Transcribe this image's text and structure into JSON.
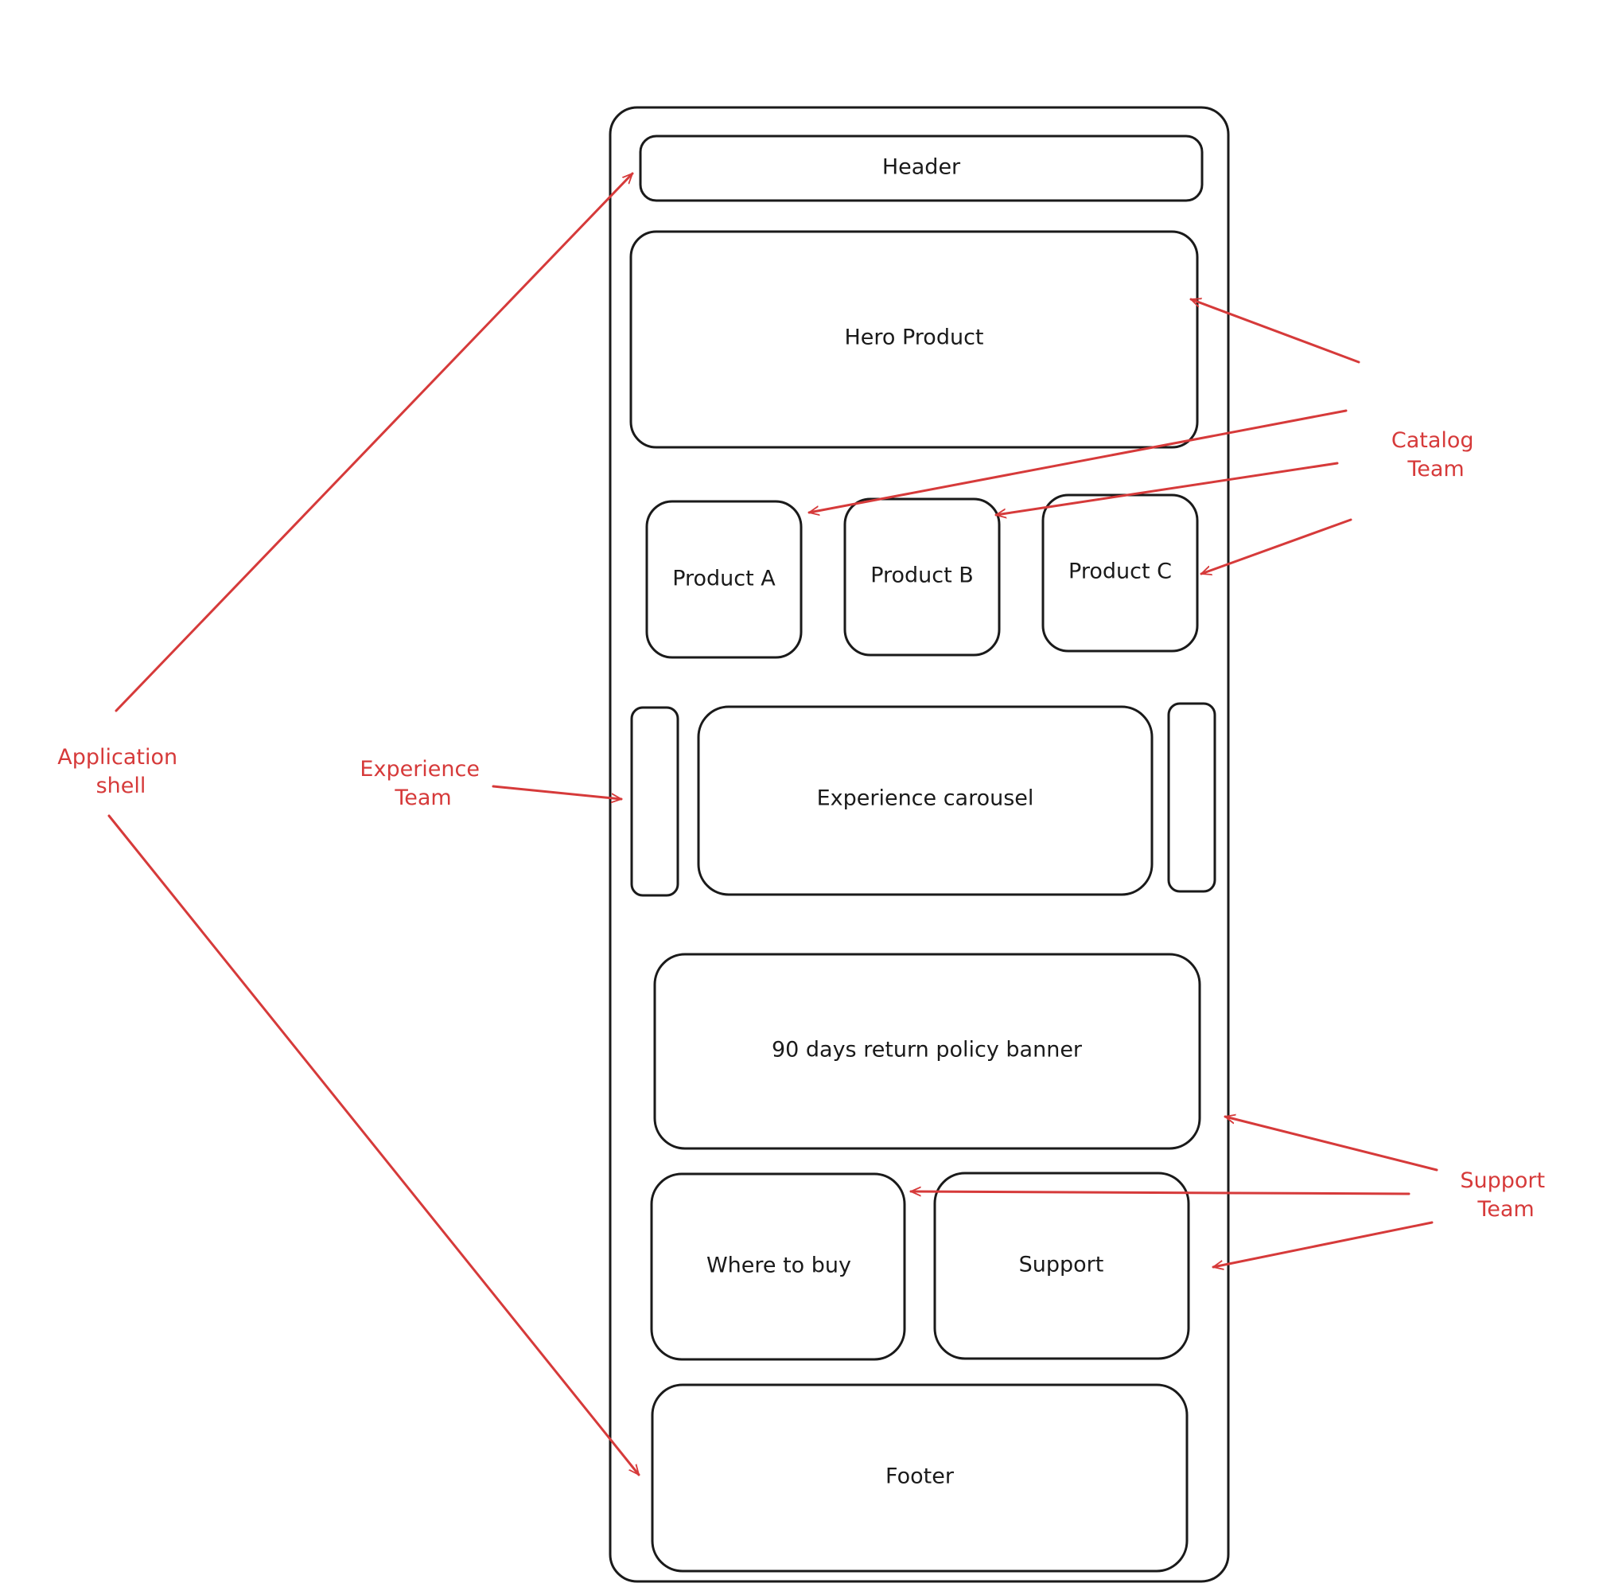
{
  "colors": {
    "outline": "#1a1a1a",
    "annotation": "#d63a3a",
    "background": "#ffffff"
  },
  "boxes": {
    "header": "Header",
    "hero_product": "Hero Product",
    "product_a": "Product A",
    "product_b": "Product B",
    "product_c": "Product C",
    "experience_carousel": "Experience carousel",
    "return_policy_banner": "90 days return policy banner",
    "where_to_buy": "Where to buy",
    "support": "Support",
    "footer": "Footer"
  },
  "teams": {
    "application_shell": [
      "Application",
      "shell"
    ],
    "experience_team": [
      "Experience",
      "Team"
    ],
    "catalog_team": [
      "Catalog",
      "Team"
    ],
    "support_team": [
      "Support",
      "Team"
    ]
  }
}
